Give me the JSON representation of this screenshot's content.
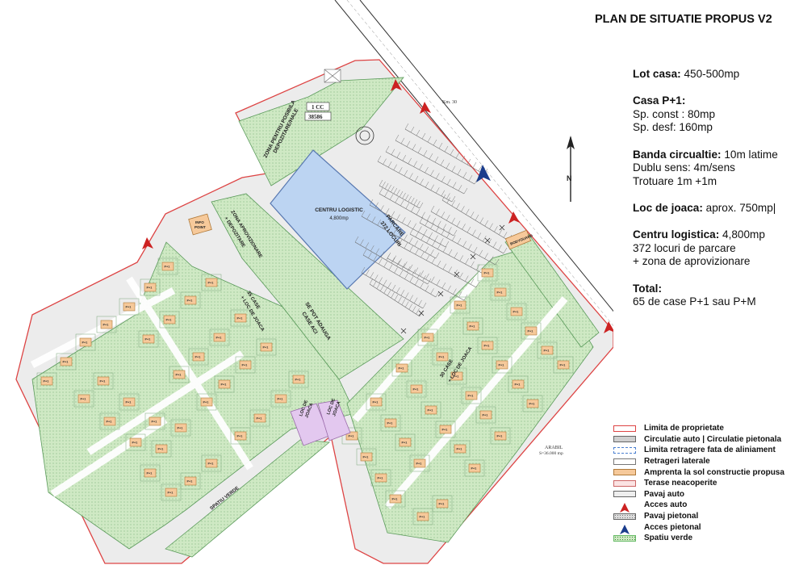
{
  "title": "PLAN DE SITUATIE PROPUS V2",
  "info": {
    "lot_label": "Lot casa:",
    "lot_value": "450-500mp",
    "casa_label": "Casa P+1:",
    "casa_line1": "Sp. const : 80mp",
    "casa_line2": "Sp. desf: 160mp",
    "banda_label": "Banda circualtie:",
    "banda_value": "10m latime",
    "banda_line1": "Dublu sens: 4m/sens",
    "banda_line2": "Trotuare 1m +1m",
    "joaca_label": "Loc de joaca:",
    "joaca_value": "aprox. 750mp|",
    "centru_label": "Centru logistica:",
    "centru_value": "4,800mp",
    "centru_line1": "372 locuri de parcare",
    "centru_line2": "+ zona de aprovizionare",
    "total_label": "Total:",
    "total_line1": "65 de case P+1 sau P+M"
  },
  "legend": [
    {
      "key": "limita-proprietate",
      "label": "Limita de proprietate"
    },
    {
      "key": "circulatie",
      "label": "Circulatie auto | Circulatie pietonala"
    },
    {
      "key": "retragere",
      "label": "Limita retragere fata de aliniament"
    },
    {
      "key": "retrageri-laterale",
      "label": "Retrageri laterale"
    },
    {
      "key": "amprenta",
      "label": "Amprenta la sol constructie propusa"
    },
    {
      "key": "terase",
      "label": "Terase neacoperite"
    },
    {
      "key": "pavaj-auto",
      "label": "Pavaj auto"
    },
    {
      "key": "acces-auto",
      "label": "Acces auto"
    },
    {
      "key": "pavaj-pietonal",
      "label": "Pavaj pietonal"
    },
    {
      "key": "acces-pietonal",
      "label": "Acces pietonal"
    },
    {
      "key": "spatiu-verde",
      "label": "Spatiu verde"
    }
  ],
  "plan": {
    "centru_title": "CENTRU LOGISTIC",
    "centru_area": "4,800mp",
    "parcare_title": "PARCARE",
    "parcare_count": "372 LOCURI",
    "zona_depozitare_1": "ZONA PENTRU POSIBILA",
    "zona_depozitare_2": "DEPOZITARE/HALE",
    "zona_aprov_1": "ZONA APROVIZIONARE",
    "zona_aprov_2": "+ DEPOZITARE",
    "se_pot_1": "SE POT ADAUGA",
    "se_pot_2": "CASE ACI",
    "case_left_1": "35 CASE",
    "case_left_2": "+ LOC DE JOACA",
    "case_right_1": "30 CASE",
    "case_right_2": "+ LOC DE JOACA",
    "loc_joaca_1": "LOC DE",
    "loc_joaca_2": "JOACA",
    "spatiu_verde": "SPATIU VERDE",
    "info_point_1": "INFO",
    "info_point_2": "POINT",
    "bodyguard": "BODYGUARD",
    "km": "Km. 30",
    "cc": "1 CC",
    "cc_num": "38586",
    "arabil": "ARABIL",
    "arabil_area": "S=36.000 mp",
    "house_label": "P+1"
  }
}
